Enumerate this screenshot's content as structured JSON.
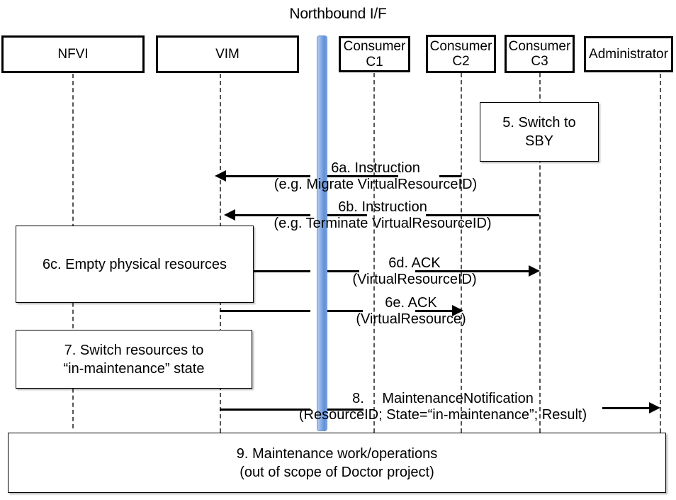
{
  "diagram": {
    "type": "sequence-diagram",
    "title": "Northbound I/F",
    "colors": {
      "northbound_bar": "#6a93d6",
      "line": "#000000",
      "lifeline": "#555555",
      "background": "#ffffff"
    },
    "actors": [
      {
        "id": "nfvi",
        "label": "NFVI",
        "label2": ""
      },
      {
        "id": "vim",
        "label": "VIM",
        "label2": ""
      },
      {
        "id": "c1",
        "label": "Consumer",
        "label2": "C1"
      },
      {
        "id": "c2",
        "label": "Consumer",
        "label2": "C2"
      },
      {
        "id": "c3",
        "label": "Consumer",
        "label2": "C3"
      },
      {
        "id": "admin",
        "label": "Administrator",
        "label2": ""
      }
    ],
    "notes": [
      {
        "id": "note5",
        "line1": "5. Switch to",
        "line2": "SBY"
      },
      {
        "id": "note6c",
        "line1": "6c. Empty physical resources",
        "line2": ""
      },
      {
        "id": "note7",
        "line1": "7. Switch resources to",
        "line2": "“in-maintenance” state"
      },
      {
        "id": "note9",
        "line1": "9. Maintenance work/operations",
        "line2": "(out of scope of Doctor project)"
      }
    ],
    "messages": [
      {
        "id": "m6a",
        "label_line1": "6a. Instruction",
        "label_line2": "(e.g. Migrate VirtualResourceID)",
        "from": "c2",
        "to": "vim",
        "direction": "left"
      },
      {
        "id": "m6b",
        "label_line1": "6b. Instruction",
        "label_line2": "(e.g. Terminate VirtualResourceID)",
        "from": "c3",
        "to": "vim",
        "direction": "left"
      },
      {
        "id": "m6d",
        "label_line1": "6d. ACK",
        "label_line2": "(VirtualResourceID)",
        "from": "vim",
        "to": "c3",
        "direction": "right"
      },
      {
        "id": "m6e",
        "label_line1": "6e. ACK",
        "label_line2": "(VirtualResource)",
        "from": "vim",
        "to": "c2",
        "direction": "right"
      },
      {
        "id": "m8",
        "label_line1": "8.  MaintenanceNotification",
        "label_line2": "(ResourceID; State=“in-maintenance”; Result)",
        "from": "vim",
        "to": "admin",
        "direction": "right"
      }
    ]
  }
}
